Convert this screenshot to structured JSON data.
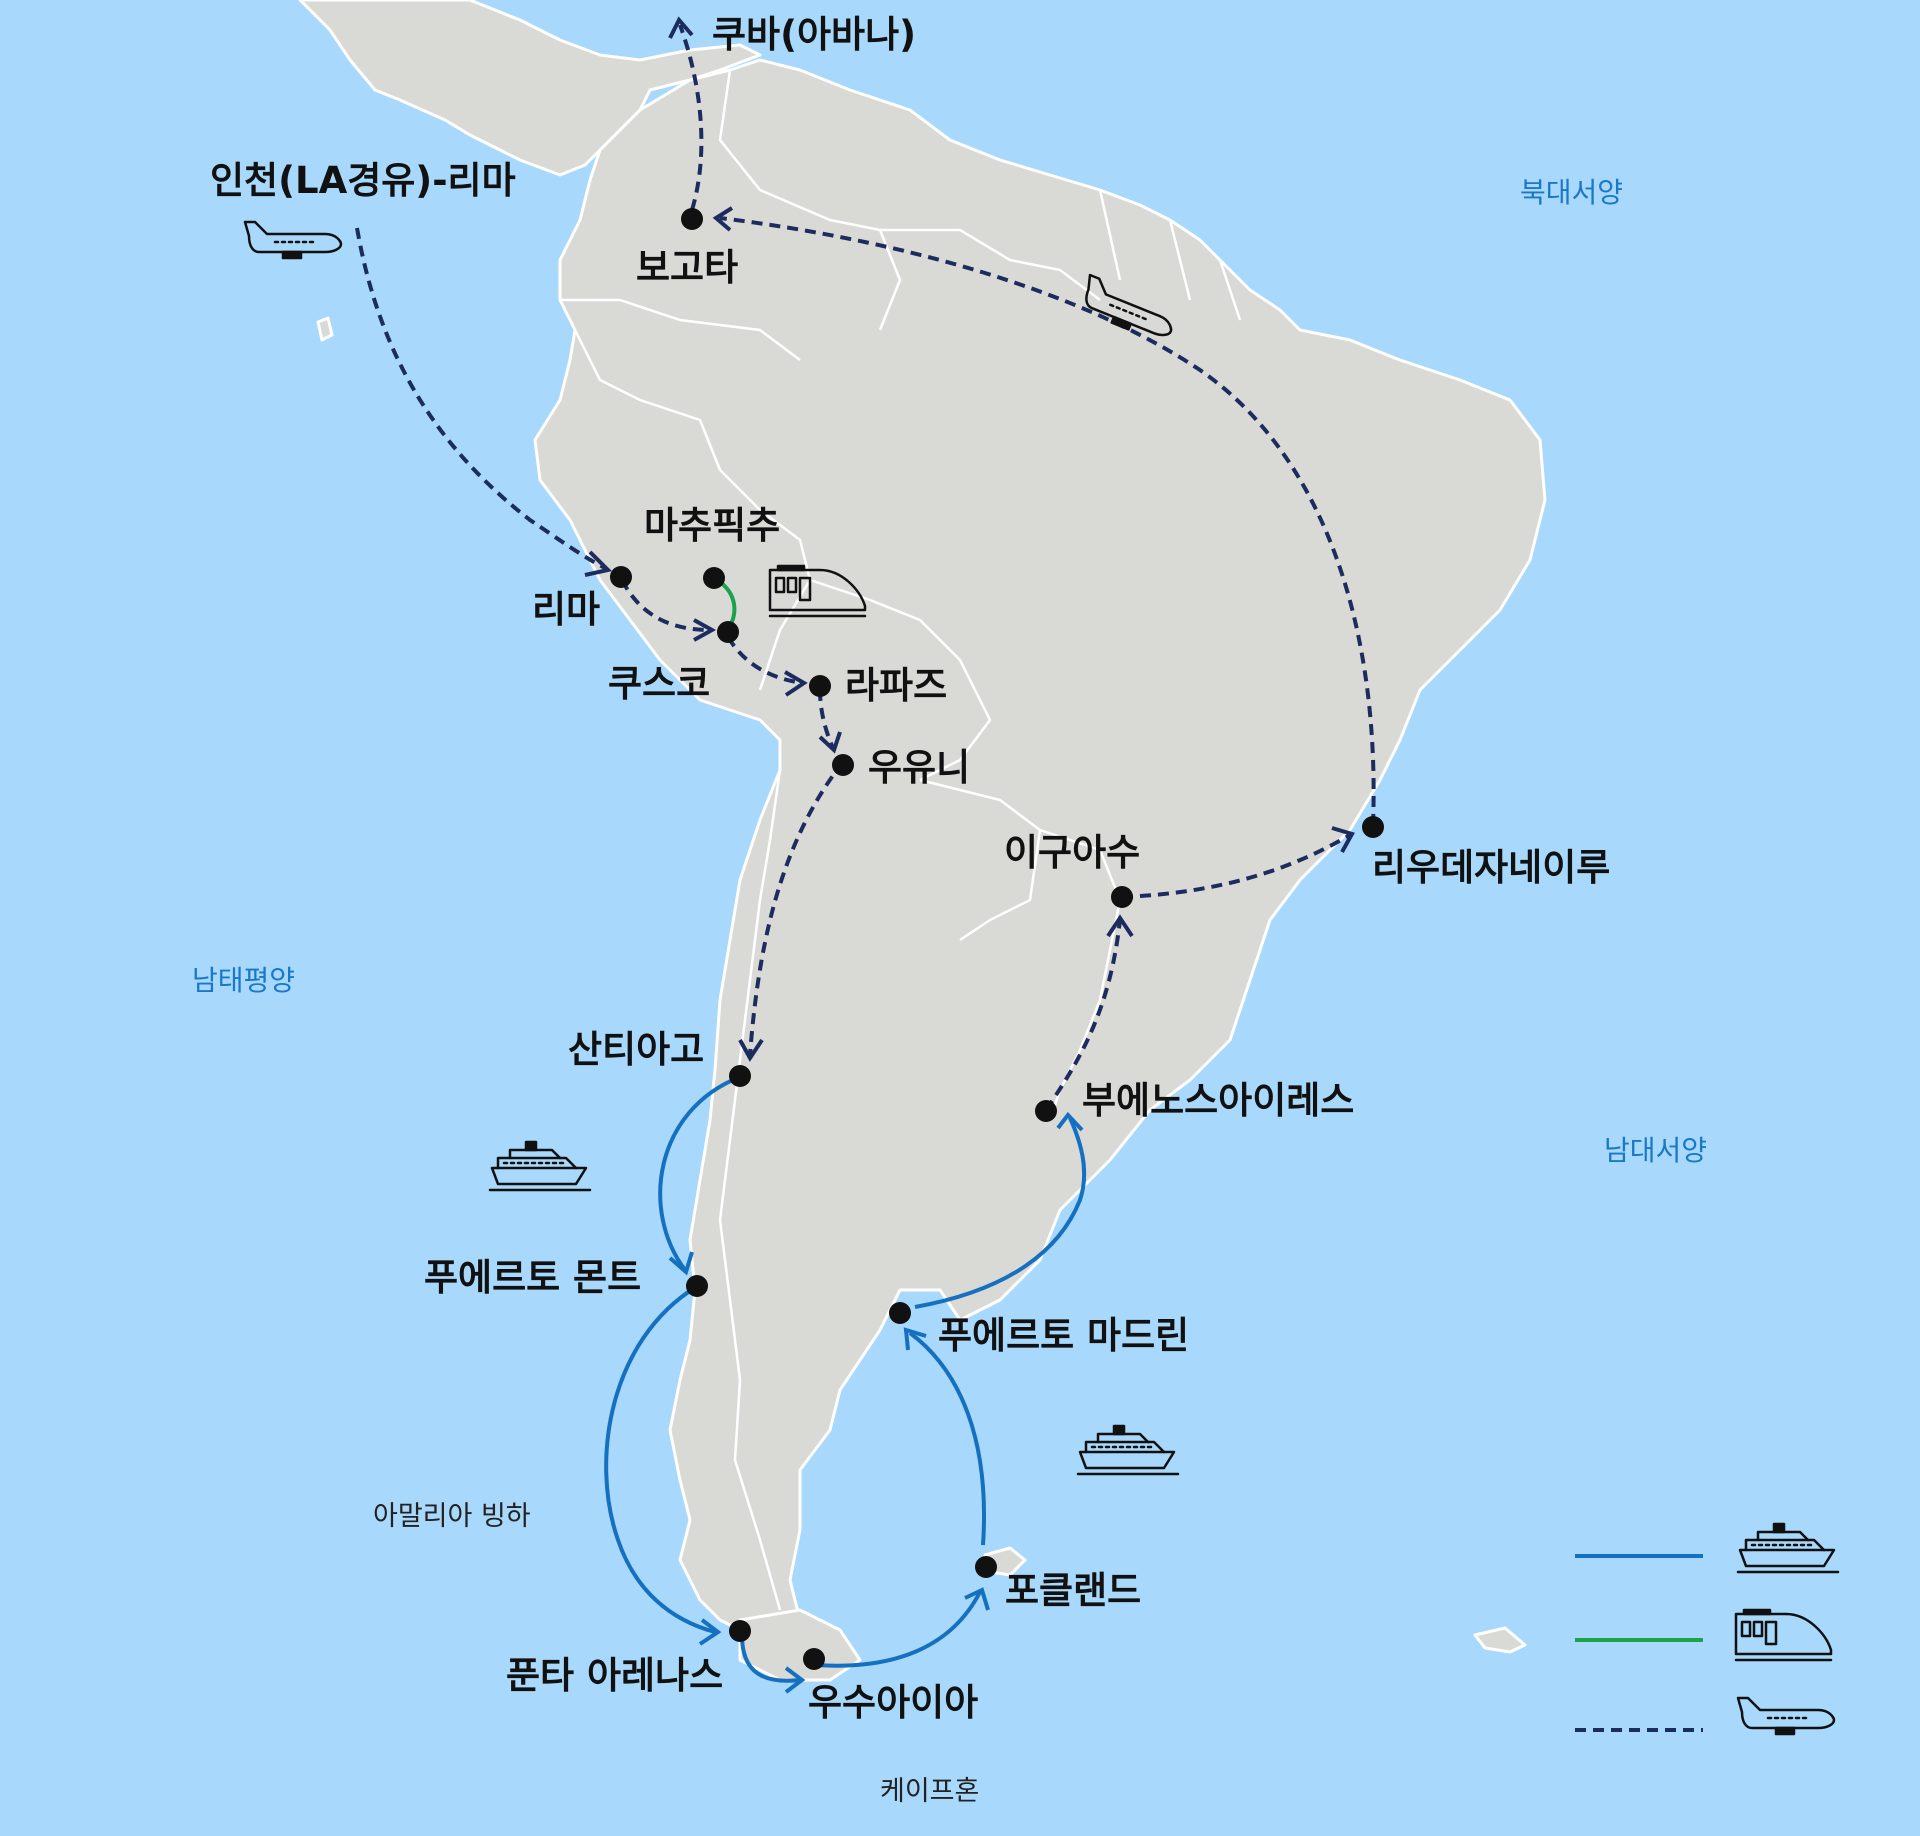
{
  "oceans": {
    "north_atlantic": "북대서양",
    "south_pacific": "남태평양",
    "south_atlantic": "남대서양"
  },
  "places": {
    "amalia_glacier": "아말리아 빙하",
    "cape_horn": "케이프혼"
  },
  "route_label": "인천(LA경유)-리마",
  "cities": {
    "havana": "쿠바(아바나)",
    "bogota": "보고타",
    "lima": "리마",
    "machu_picchu": "마추픽추",
    "cusco": "쿠스코",
    "la_paz": "라파즈",
    "uyuni": "우유니",
    "iguazu": "이구아수",
    "rio": "리우데자네이루",
    "santiago": "산티아고",
    "buenos_aires": "부에노스아이레스",
    "puerto_montt": "푸에르토 몬트",
    "puerto_madryn": "푸에르토 마드린",
    "falklands": "포클랜드",
    "punta_arenas": "푼타 아레나스",
    "ushuaia": "우수아이아"
  },
  "legend": {
    "items": [
      {
        "mode": "cruise",
        "icon": "cruise-ship-icon",
        "color": "#1570c0",
        "style": "solid"
      },
      {
        "mode": "train",
        "icon": "train-icon",
        "color": "#1aa34a",
        "style": "solid"
      },
      {
        "mode": "flight",
        "icon": "airplane-icon",
        "color": "#1c2c5e",
        "style": "dashed"
      }
    ]
  },
  "colors": {
    "ocean": "#a8d8fb",
    "land": "#d9d9d6",
    "flight": "#1c2c5e",
    "cruise": "#1570c0",
    "train": "#1aa34a"
  }
}
